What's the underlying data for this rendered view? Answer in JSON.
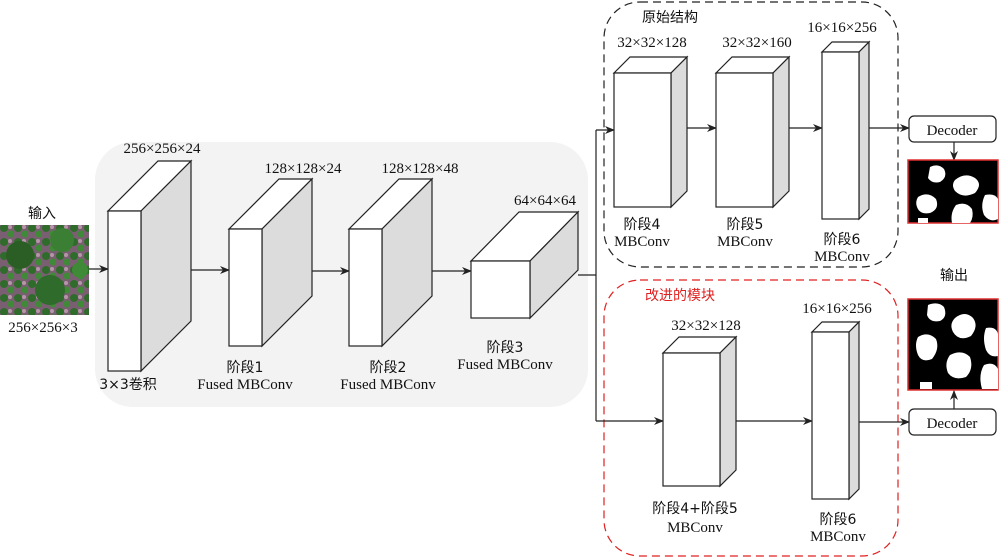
{
  "input": {
    "title": "输入",
    "size": "256×256×3"
  },
  "backbone": {
    "conv": {
      "size": "256×256×24",
      "label": "3×3卷积"
    },
    "stage1": {
      "size": "128×128×24",
      "label_cn": "阶段1",
      "label_en": "Fused MBConv"
    },
    "stage2": {
      "size": "128×128×48",
      "label_cn": "阶段2",
      "label_en": "Fused MBConv"
    },
    "stage3": {
      "size": "64×64×64",
      "label_cn": "阶段3",
      "label_en": "Fused MBConv"
    }
  },
  "original": {
    "title": "原始结构",
    "stage4": {
      "size": "32×32×128",
      "label_cn": "阶段4",
      "label_en": "MBConv"
    },
    "stage5": {
      "size": "32×32×160",
      "label_cn": "阶段5",
      "label_en": "MBConv"
    },
    "stage6": {
      "size": "16×16×256",
      "label_cn": "阶段6",
      "label_en": "MBConv"
    }
  },
  "improved": {
    "title": "改进的模块",
    "stage45": {
      "size": "32×32×128",
      "label_cn": "阶段4+阶段5",
      "label_en": "MBConv"
    },
    "stage6": {
      "size": "16×16×256",
      "label_cn": "阶段6",
      "label_en": "MBConv"
    }
  },
  "decoder": {
    "top_label": "Decoder",
    "bottom_label": "Decoder"
  },
  "output": {
    "title": "输出"
  },
  "colors": {
    "improved_accent": "#e02020",
    "backbone_bg": "#f3f3f3",
    "box_side": "#dcdcdc",
    "mask_border": "#e03030"
  }
}
